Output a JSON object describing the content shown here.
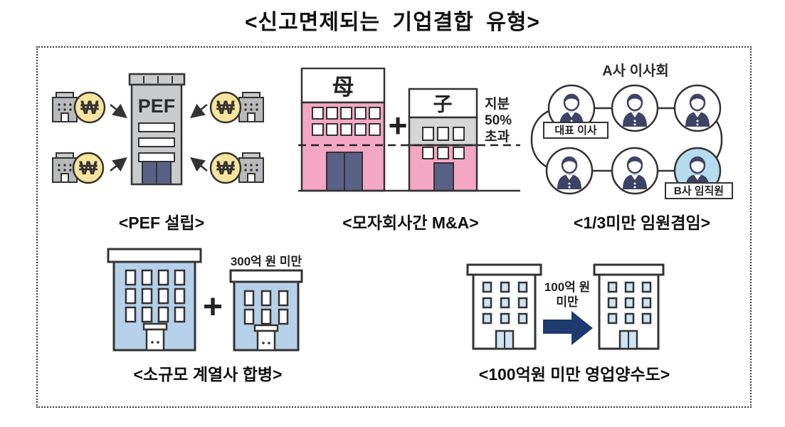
{
  "title": "<신고면제되는 기업결합 유형>",
  "panels": {
    "pef": {
      "caption": "<PEF 설립>",
      "building_label": "PEF",
      "coin_symbol": "₩"
    },
    "mna": {
      "caption": "<모자회사간 M&A>",
      "parent_label": "母",
      "child_label": "子",
      "plus": "+",
      "share_note": [
        "지분",
        "50%",
        "초과"
      ]
    },
    "officer": {
      "caption": "<1/3미만 임원겸임>",
      "board_title": "A사 이사회",
      "ceo_label": "대표 이사",
      "b_label": "B사 임직원"
    },
    "merger": {
      "caption": "<소규모 계열사 합병>",
      "plus": "+",
      "note": "300억 원 미만"
    },
    "transfer": {
      "caption": "<100억원 미만 영업양수도>",
      "note": [
        "100억 원",
        "미만"
      ]
    }
  },
  "colors": {
    "outline": "#333333",
    "gray_building": "#c9cacc",
    "small_gray": "#b9babc",
    "coin_yellow": "#f8e49c",
    "door_navy": "#5a6186",
    "pink": "#f4a7c3",
    "gray_section": "#d6d6d6",
    "person_navy": "#3e4265",
    "highlight_blue": "#b5dcee",
    "light_blue_building": "#b7d0ea",
    "window_blue": "#cfe4f2",
    "arrow_navy": "#1e3a6e"
  }
}
